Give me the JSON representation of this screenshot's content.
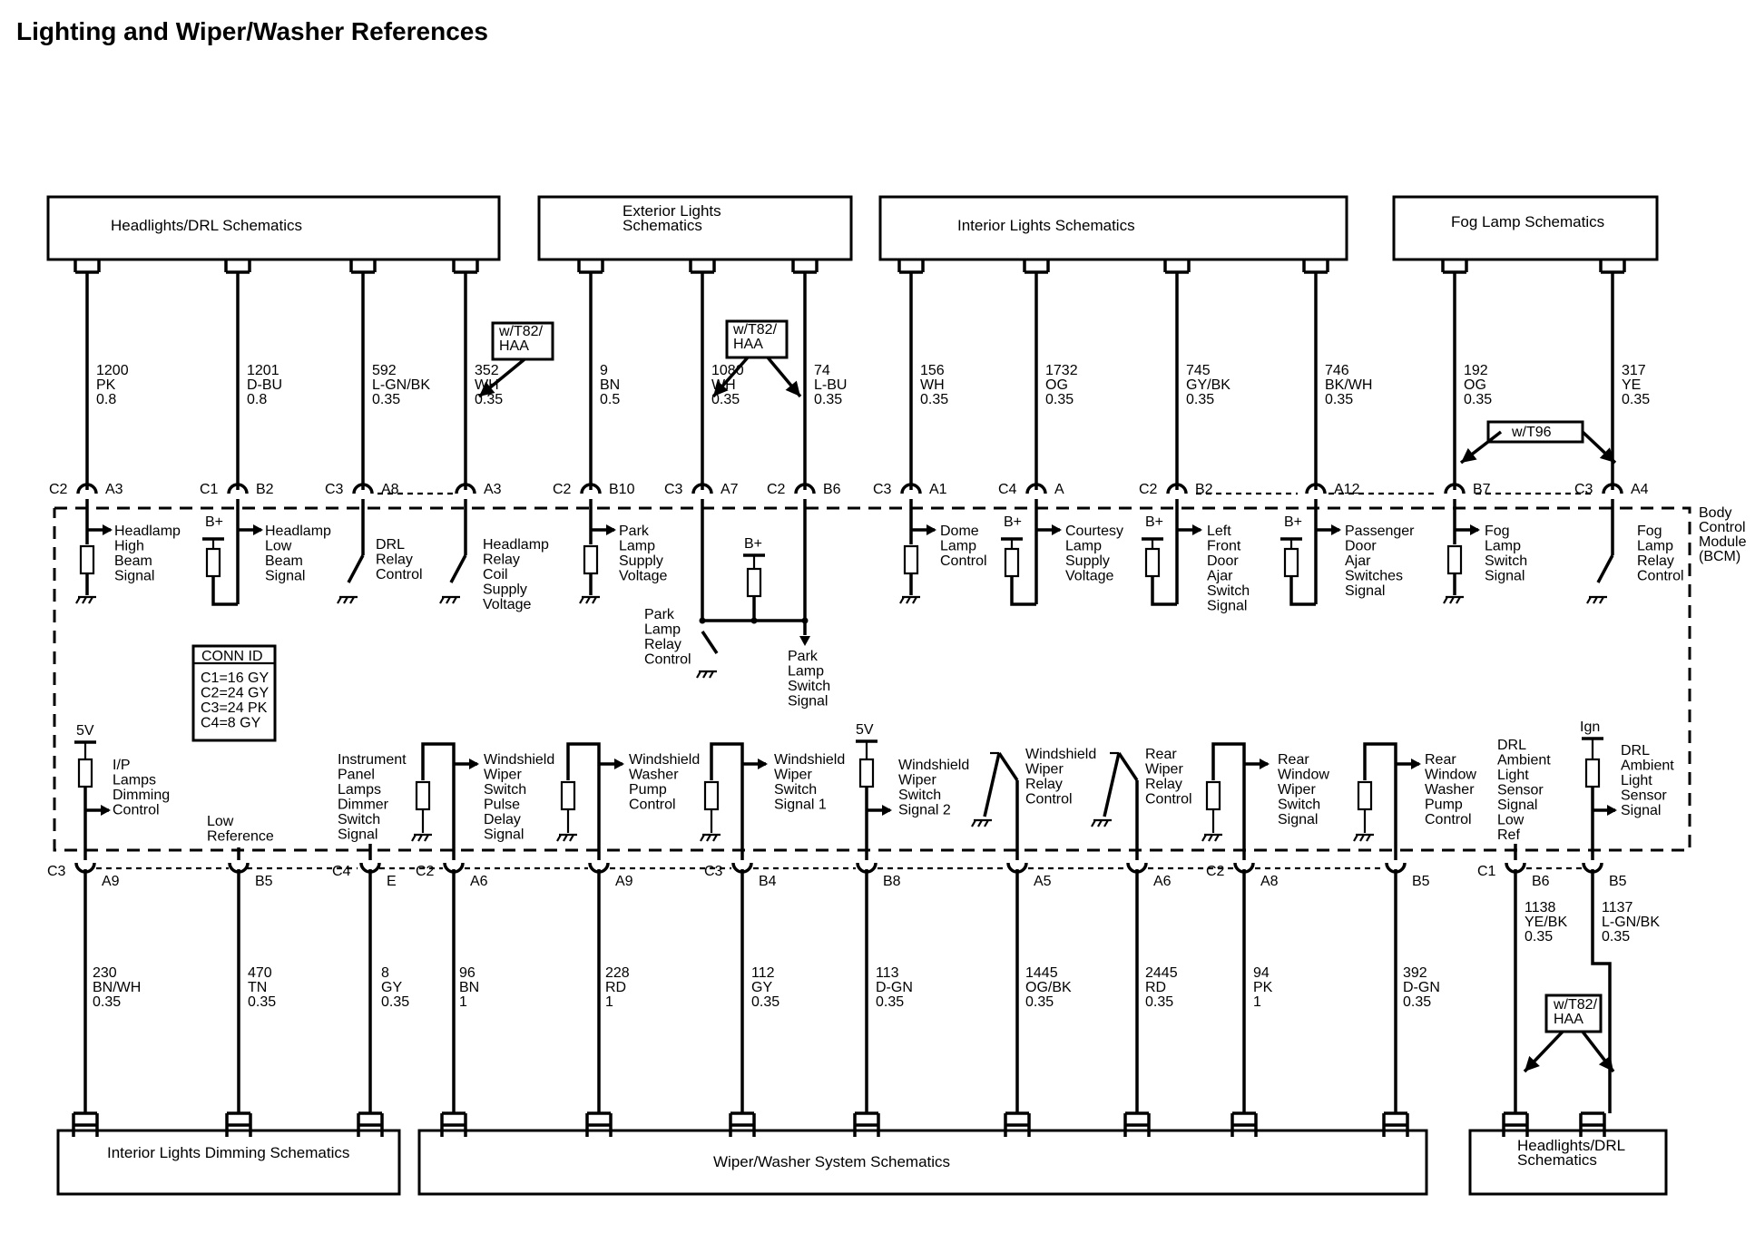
{
  "title": "Lighting and Wiper/Washer References",
  "module_label": [
    "Body",
    "Control",
    "Module",
    "(BCM)"
  ],
  "top_boxes": [
    {
      "id": "headlights",
      "label": [
        "Headlights/DRL Schematics"
      ]
    },
    {
      "id": "exterior",
      "label": [
        "Exterior Lights",
        "Schematics"
      ]
    },
    {
      "id": "interior",
      "label": [
        "Interior Lights Schematics"
      ]
    },
    {
      "id": "fog",
      "label": [
        "Fog Lamp Schematics"
      ]
    }
  ],
  "bottom_boxes": [
    {
      "id": "dimming",
      "label": [
        "Interior Lights Dimming Schematics"
      ]
    },
    {
      "id": "wiper",
      "label": [
        "Wiper/Washer System Schematics"
      ]
    },
    {
      "id": "headlights2",
      "label": [
        "Headlights/DRL",
        "Schematics"
      ]
    }
  ],
  "options": [
    {
      "id": "opt1",
      "label": [
        "w/T82/",
        "HAA"
      ]
    },
    {
      "id": "opt2",
      "label": [
        "w/T82/",
        "HAA"
      ]
    },
    {
      "id": "opt3",
      "label": [
        "w/T96"
      ]
    },
    {
      "id": "opt4",
      "label": [
        "w/T82/",
        "HAA"
      ]
    }
  ],
  "conn_id": {
    "header": "CONN ID",
    "rows": [
      "C1=16 GY",
      "C2=24 GY",
      "C3=24 PK",
      "C4=8 GY"
    ]
  },
  "top_circuits": [
    {
      "wire": [
        "1200",
        "PK",
        "0.8"
      ],
      "conn": "C2",
      "pin": "A3",
      "func": [
        "Headlamp",
        "High",
        "Beam",
        "Signal"
      ]
    },
    {
      "wire": [
        "1201",
        "D-BU",
        "0.8"
      ],
      "conn": "C1",
      "pin": "B2",
      "func": [
        "Headlamp",
        "Low",
        "Beam",
        "Signal"
      ]
    },
    {
      "wire": [
        "592",
        "L-GN/BK",
        "0.35"
      ],
      "conn": "C3",
      "pin": "A8",
      "func": [
        "DRL",
        "Relay",
        "Control"
      ]
    },
    {
      "wire": [
        "352",
        "WH",
        "0.35"
      ],
      "conn": "",
      "pin": "A3",
      "func": [
        "Headlamp",
        "Relay",
        "Coil",
        "Supply",
        "Voltage"
      ]
    },
    {
      "wire": [
        "9",
        "BN",
        "0.5"
      ],
      "conn": "C2",
      "pin": "B10",
      "func": [
        "Park",
        "Lamp",
        "Supply",
        "Voltage"
      ]
    },
    {
      "wire": [
        "1080",
        "WH",
        "0.35"
      ],
      "conn": "C3",
      "pin": "A7",
      "func": [
        "Park",
        "Lamp",
        "Relay",
        "Control"
      ]
    },
    {
      "wire": [
        "74",
        "L-BU",
        "0.35"
      ],
      "conn": "C2",
      "pin": "B6",
      "func": [
        "Park",
        "Lamp",
        "Switch",
        "Signal"
      ]
    },
    {
      "wire": [
        "156",
        "WH",
        "0.35"
      ],
      "conn": "C3",
      "pin": "A1",
      "func": [
        "Dome",
        "Lamp",
        "Control"
      ]
    },
    {
      "wire": [
        "1732",
        "OG",
        "0.35"
      ],
      "conn": "C4",
      "pin": "A",
      "func": [
        "Courtesy",
        "Lamp",
        "Supply",
        "Voltage"
      ]
    },
    {
      "wire": [
        "745",
        "GY/BK",
        "0.35"
      ],
      "conn": "C2",
      "pin": "B2",
      "func": [
        "Left",
        "Front",
        "Door",
        "Ajar",
        "Switch",
        "Signal"
      ]
    },
    {
      "wire": [
        "746",
        "BK/WH",
        "0.35"
      ],
      "conn": "",
      "pin": "A12",
      "func": [
        "Passenger",
        "Door",
        "Ajar",
        "Switches",
        "Signal"
      ]
    },
    {
      "wire": [
        "192",
        "OG",
        "0.35"
      ],
      "conn": "",
      "pin": "B7",
      "func": [
        "Fog",
        "Lamp",
        "Switch",
        "Signal"
      ]
    },
    {
      "wire": [
        "317",
        "YE",
        "0.35"
      ],
      "conn": "C3",
      "pin": "A4",
      "func": [
        "Fog",
        "Lamp",
        "Relay",
        "Control"
      ]
    }
  ],
  "bottom_circuits": [
    {
      "wire": [
        "230",
        "BN/WH",
        "0.35"
      ],
      "conn": "C3",
      "pin": "A9",
      "func": [
        "I/P",
        "Lamps",
        "Dimming",
        "Control"
      ]
    },
    {
      "wire": [
        "470",
        "TN",
        "0.35"
      ],
      "conn": "",
      "pin": "B5",
      "func": [
        "Low",
        "Reference"
      ]
    },
    {
      "wire": [
        "8",
        "GY",
        "0.35"
      ],
      "conn": "C4",
      "pin": "E",
      "func": [
        "Instrument",
        "Panel",
        "Lamps",
        "Dimmer",
        "Switch",
        "Signal"
      ]
    },
    {
      "wire": [
        "96",
        "BN",
        "1"
      ],
      "conn": "C2",
      "pin": "A6",
      "func": [
        "Windshield",
        "Wiper",
        "Switch",
        "Pulse",
        "Delay",
        "Signal"
      ]
    },
    {
      "wire": [
        "228",
        "RD",
        "1"
      ],
      "conn": "",
      "pin": "A9",
      "func": [
        "Windshield",
        "Washer",
        "Pump",
        "Control"
      ]
    },
    {
      "wire": [
        "112",
        "GY",
        "0.35"
      ],
      "conn": "C3",
      "pin": "B4",
      "func": [
        "Windshield",
        "Wiper",
        "Switch",
        "Signal 1"
      ]
    },
    {
      "wire": [
        "113",
        "D-GN",
        "0.35"
      ],
      "conn": "",
      "pin": "B8",
      "func": [
        "Windshield",
        "Wiper",
        "Switch",
        "Signal 2"
      ]
    },
    {
      "wire": [
        "1445",
        "OG/BK",
        "0.35"
      ],
      "conn": "",
      "pin": "A5",
      "func": [
        "Windshield",
        "Wiper",
        "Relay",
        "Control"
      ]
    },
    {
      "wire": [
        "2445",
        "RD",
        "0.35"
      ],
      "conn": "",
      "pin": "A6",
      "func": [
        "Rear",
        "Wiper",
        "Relay",
        "Control"
      ]
    },
    {
      "wire": [
        "94",
        "PK",
        "1"
      ],
      "conn": "C2",
      "pin": "A8",
      "func": [
        "Rear",
        "Window",
        "Wiper",
        "Switch",
        "Signal"
      ]
    },
    {
      "wire": [
        "392",
        "D-GN",
        "0.35"
      ],
      "conn": "",
      "pin": "B5",
      "func": [
        "Rear",
        "Window",
        "Washer",
        "Pump",
        "Control"
      ]
    },
    {
      "wire": [
        "1138",
        "YE/BK",
        "0.35"
      ],
      "conn": "C1",
      "pin": "B6",
      "func": [
        "DRL",
        "Ambient",
        "Light",
        "Sensor",
        "Signal",
        "Low",
        "Ref"
      ]
    },
    {
      "wire": [
        "1137",
        "L-GN/BK",
        "0.35"
      ],
      "conn": "",
      "pin": "B5",
      "func": [
        "DRL",
        "Ambient",
        "Light",
        "Sensor",
        "Signal"
      ]
    }
  ],
  "supply_labels": {
    "bplus": "B+",
    "v5": "5V",
    "ign": "Ign"
  }
}
